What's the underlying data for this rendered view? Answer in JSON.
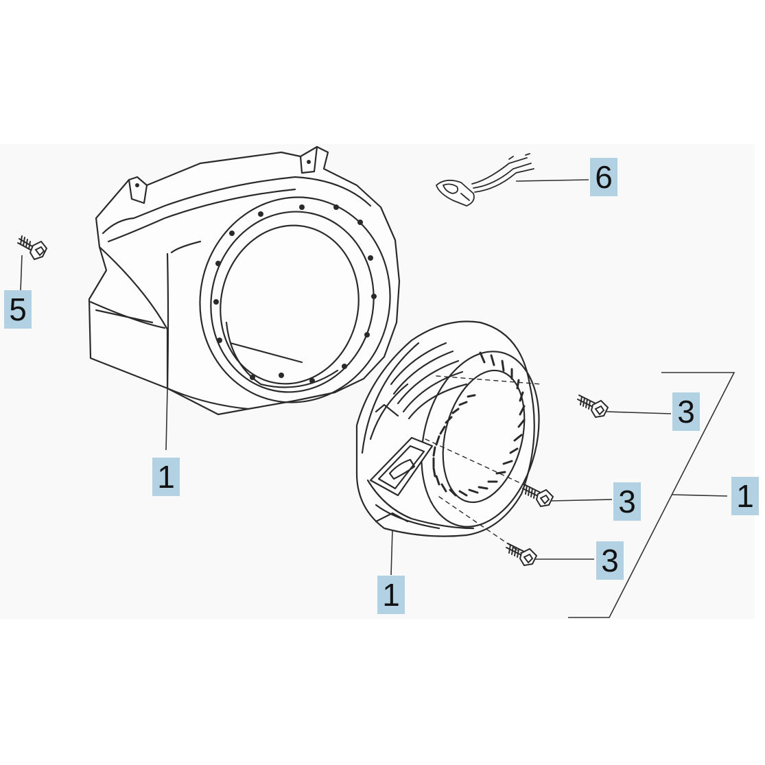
{
  "colors": {
    "callout_background": "#b2d1e2",
    "callout_text": "#111111",
    "line_art": "#2a2a2a",
    "leader_line": "#333333",
    "panel_background": "#f9f9f9"
  },
  "parts": {
    "fan_shroud": {
      "callout": "1"
    },
    "recoil_starter": {
      "callout": "1"
    },
    "recoil_starter_assembly": {
      "callout": "1"
    },
    "starter_bolt_top": {
      "callout": "3"
    },
    "starter_bolt_middle": {
      "callout": "3"
    },
    "starter_bolt_bottom": {
      "callout": "3"
    },
    "shroud_bolt": {
      "callout": "5"
    },
    "oil_alert_switch": {
      "callout": "6"
    }
  }
}
